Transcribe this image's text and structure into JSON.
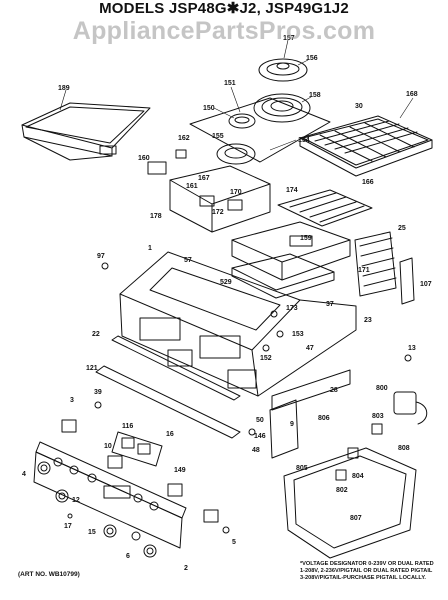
{
  "header": {
    "title": "MODELS JSP48G✱J2, JSP49G1J2",
    "watermark": "AppliancePartsPros.com"
  },
  "footer": {
    "art_number": "(ART NO. WB10799)",
    "voltage_note": [
      "*VOLTAGE DESIGNATOR 0-239V OR DUAL RATED",
      "1-208V, 2-236V/PIGTAIL OR DUAL RATED PIGTAIL",
      "3-208V/PIGTAIL-PURCHASE PIGTAIL LOCALLY."
    ]
  },
  "callouts": [
    "189",
    "157",
    "156",
    "151",
    "158",
    "150",
    "155",
    "154",
    "30",
    "168",
    "162",
    "160",
    "161",
    "167",
    "170",
    "172",
    "174",
    "166",
    "178",
    "1",
    "57",
    "159",
    "25",
    "97",
    "171",
    "107",
    "529",
    "37",
    "173",
    "153",
    "47",
    "22",
    "23",
    "152",
    "13",
    "28",
    "121",
    "800",
    "803",
    "806",
    "808",
    "39",
    "9",
    "50",
    "3",
    "146",
    "48",
    "116",
    "16",
    "10",
    "149",
    "4",
    "5",
    "12",
    "804",
    "805",
    "802",
    "807",
    "17",
    "15",
    "6",
    "2"
  ],
  "colors": {
    "ink": "#111111",
    "background": "#ffffff",
    "watermark": "#969696"
  }
}
